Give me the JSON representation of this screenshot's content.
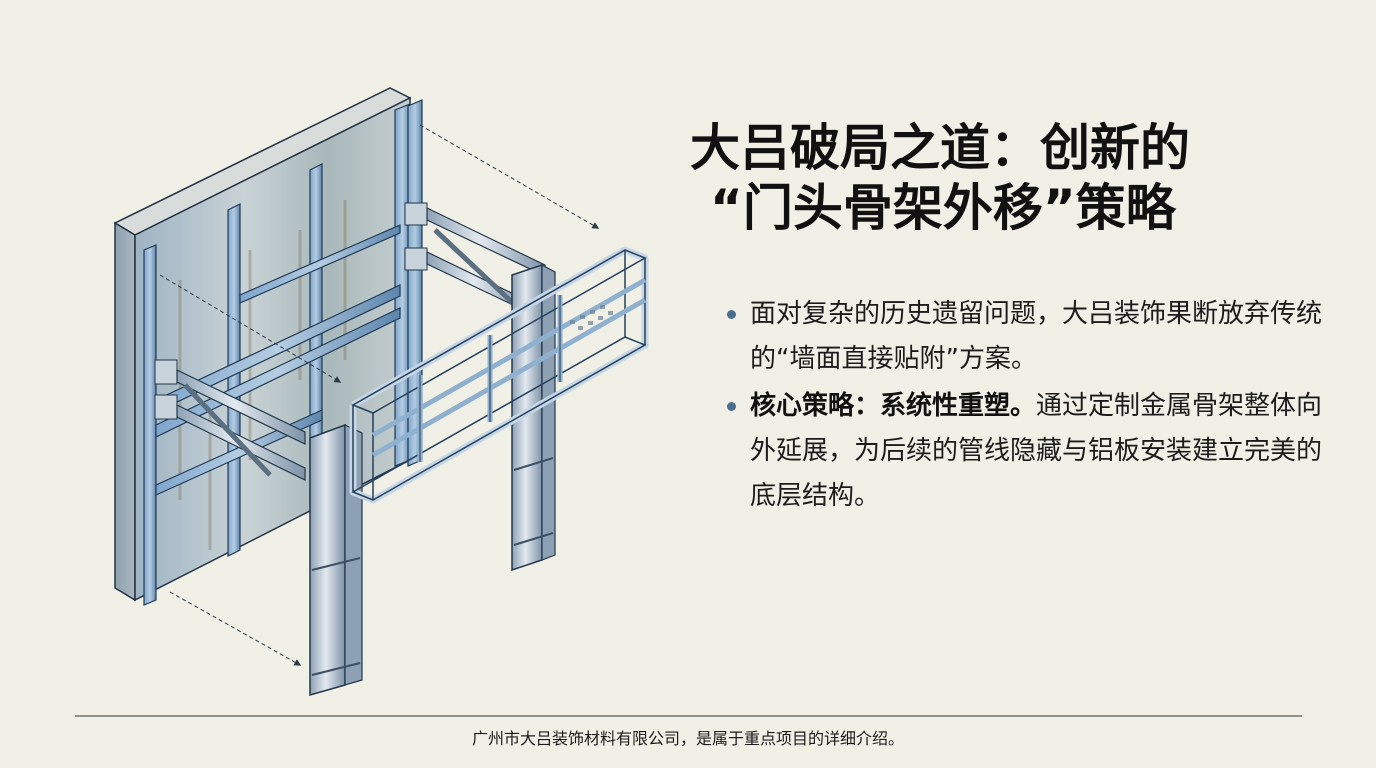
{
  "slide": {
    "background_color": "#f1f0e6",
    "title": {
      "line1": "大吕破局之道：创新的",
      "line2": "“门头骨架外移”策略"
    },
    "bullets": [
      {
        "bold": "",
        "text": "面对复杂的历史遗留问题，大吕装饰果断放弃传统的“墙面直接贴附”方案。"
      },
      {
        "bold": "核心策略：系统性重塑。",
        "text": "通过定制金属骨架整体向外延展，为后续的管线隐藏与铝板安装建立完美的底层结构。"
      }
    ],
    "bullet_color": "#4a6f8e",
    "illustration": {
      "description": "Isometric technical illustration of a concrete wall with blue steel framing and an external metal frame structure extended outward, with dashed arrows indicating displacement",
      "colors": {
        "steel_blue": "#6f9ac4",
        "steel_dark": "#2b4560",
        "concrete": "#b9c3c7",
        "galvanized": "#a9b9c9"
      }
    },
    "footer": {
      "text": "广州市大吕装饰材料有限公司，是属于重点项目的详细介绍。"
    }
  }
}
